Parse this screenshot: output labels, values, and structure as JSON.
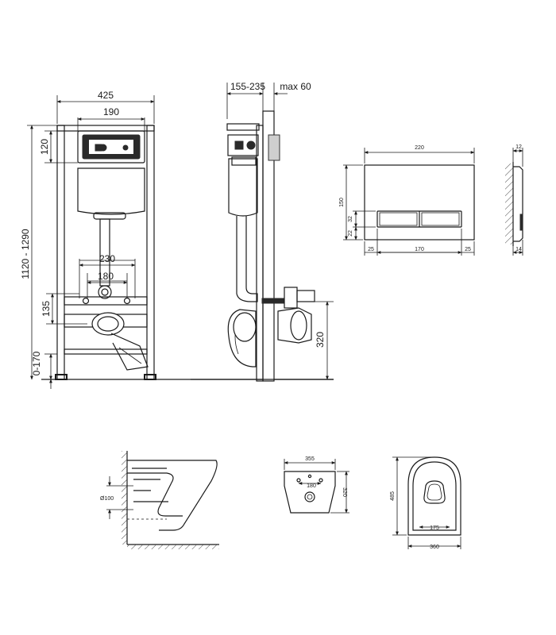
{
  "frame_front": {
    "width": "425",
    "panel": "190",
    "panel_height": "120",
    "height": "1120 - 1290",
    "rod_spacing": "230",
    "pipe_spacing": "180",
    "outlet_height": "135",
    "foot_range": "0-170"
  },
  "frame_side": {
    "depth": "155-235",
    "wall_max": "max 60",
    "bowl_height": "320"
  },
  "flush_plate": {
    "width": "220",
    "height": "150",
    "button_height": "32",
    "bottom_offset": "22",
    "left_margin": "25",
    "button_width": "170",
    "right_margin": "25",
    "depth_top": "12",
    "depth_bottom": "14"
  },
  "bowl_side": {
    "pipe_diameter": "Ø100"
  },
  "bowl_rear": {
    "width": "355",
    "height": "320",
    "hole_spacing": "180"
  },
  "bowl_top": {
    "length": "485",
    "mount_spacing": "175",
    "width": "360"
  },
  "colors": {
    "line": "#1a1a1a",
    "fill_gray": "#9a9a9a",
    "fill_light": "#cfcfcf"
  }
}
